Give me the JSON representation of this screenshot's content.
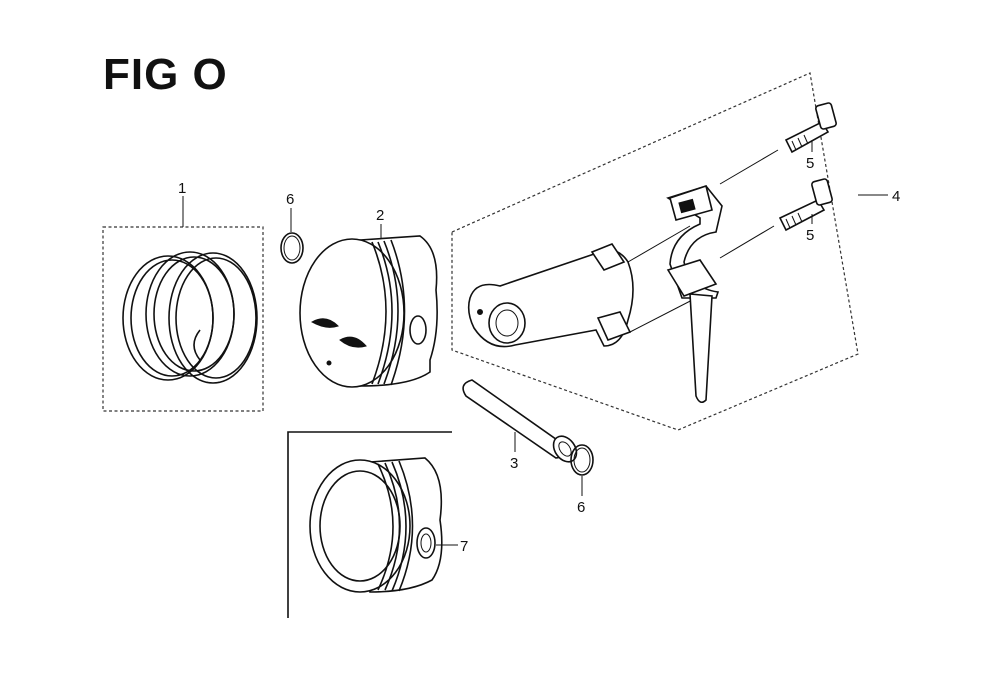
{
  "figure": {
    "title": "FIG O"
  },
  "callouts": {
    "ring_set": "1",
    "piston": "2",
    "piston_pin": "3",
    "connecting_rod_assembly": "4",
    "rod_bolt_upper": "5",
    "rod_bolt_lower": "5",
    "pin_clip_upper": "6",
    "pin_clip_lower": "6",
    "piston_alt_detail": "7"
  }
}
